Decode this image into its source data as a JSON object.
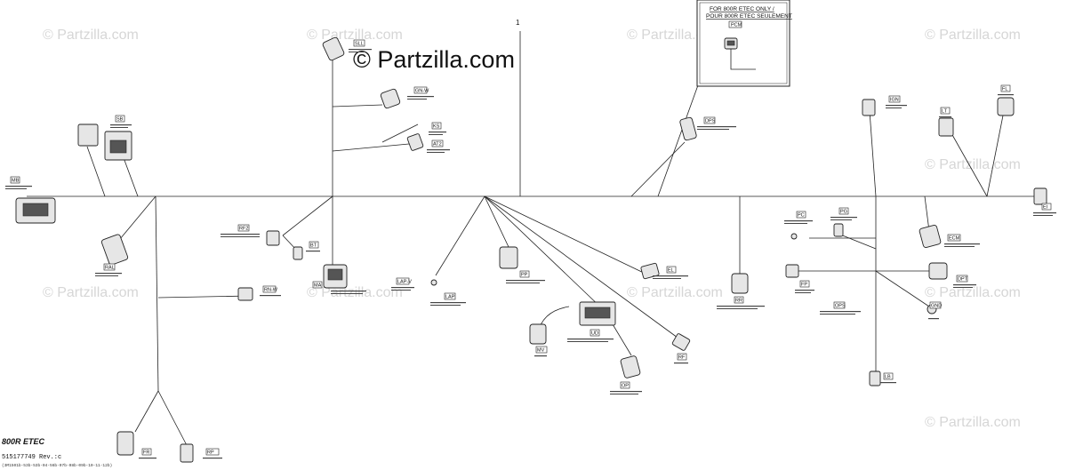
{
  "watermarks": [
    {
      "text": "© Partzilla.com"
    },
    {
      "text": "© Partzilla.com"
    },
    {
      "text": "© Partzilla.com"
    },
    {
      "text": "© Partzilla.com"
    },
    {
      "text": "© Partzilla.com"
    },
    {
      "text": "© Partzilla.com"
    },
    {
      "text": "© Partzilla.com"
    },
    {
      "text": "© Partzilla.com"
    },
    {
      "text": "© Partzilla.com"
    },
    {
      "text": "© Partzilla.com"
    }
  ],
  "brand": "© Partzilla.com",
  "model_label": "800R ETEC",
  "part_number": "515177749 Rev.:c",
  "footer_code": "(3M1501b-53b-53b-04-56b-07b-08b-09b-10-11-12b)",
  "reference_marker": "1",
  "inset": {
    "title_line1": "FOR 800R ETEC ONLY /",
    "title_line2": "POUR 800R ETEC SEULEMENT",
    "tag": "PCM"
  },
  "connector_tags": [
    "MB",
    "SB",
    "SLL",
    "GN-W",
    "KS",
    "AT2",
    "RF2",
    "BT",
    "RAL",
    "RN-W",
    "MA",
    "LAP-V",
    "LAP",
    "PP",
    "EL",
    "UD",
    "RF",
    "MV",
    "OP",
    "DPS",
    "RR",
    "IGN",
    "LT",
    "FL",
    "EI",
    "PC",
    "PG",
    "ECM",
    "FP",
    "DPT",
    "OPS",
    "GND",
    "LB",
    "FR",
    "RP"
  ]
}
